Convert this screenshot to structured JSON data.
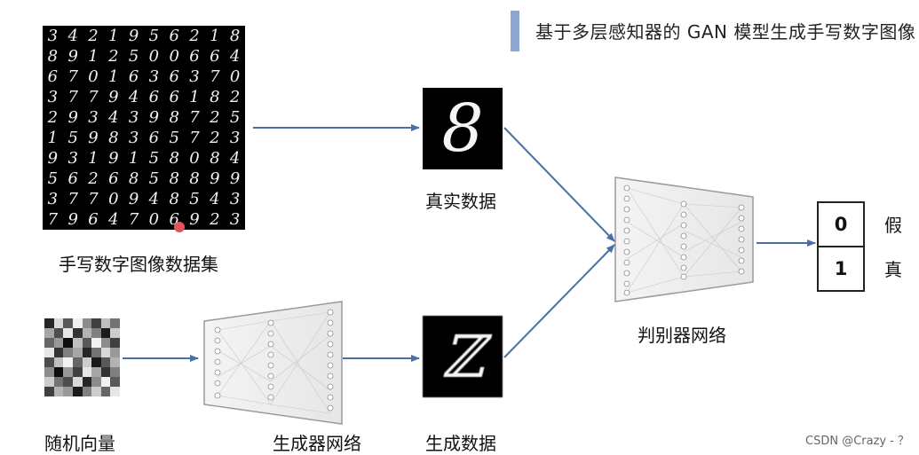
{
  "title": "基于多层感知器的 GAN 模型生成手写数字图像",
  "labels": {
    "dataset": "手写数字图像数据集",
    "real_data": "真实数据",
    "discriminator": "判别器网络",
    "random_vector": "随机向量",
    "generator": "生成器网络",
    "generated_data": "生成数据"
  },
  "output": {
    "top_value": "0",
    "bottom_value": "1",
    "top_label": "假",
    "bottom_label": "真"
  },
  "mnist_digits": [
    "3",
    "4",
    "2",
    "1",
    "9",
    "5",
    "6",
    "2",
    "1",
    "8",
    "8",
    "9",
    "1",
    "2",
    "5",
    "0",
    "0",
    "6",
    "6",
    "4",
    "6",
    "7",
    "0",
    "1",
    "6",
    "3",
    "6",
    "3",
    "7",
    "0",
    "3",
    "7",
    "7",
    "9",
    "4",
    "6",
    "6",
    "1",
    "8",
    "2",
    "2",
    "9",
    "3",
    "4",
    "3",
    "9",
    "8",
    "7",
    "2",
    "5",
    "1",
    "5",
    "9",
    "8",
    "3",
    "6",
    "5",
    "7",
    "2",
    "3",
    "9",
    "3",
    "1",
    "9",
    "1",
    "5",
    "8",
    "0",
    "8",
    "4",
    "5",
    "6",
    "2",
    "6",
    "8",
    "5",
    "8",
    "8",
    "9",
    "9",
    "3",
    "7",
    "7",
    "0",
    "9",
    "4",
    "8",
    "5",
    "4",
    "3",
    "7",
    "9",
    "6",
    "4",
    "7",
    "0",
    "6",
    "9",
    "2",
    "3"
  ],
  "real_digit": "8",
  "generated_digit": "ℤ",
  "watermark": "CSDN @Crazy - ？",
  "colors": {
    "arrow": "#4a6fa5",
    "title_accent": "#8fa6cf"
  },
  "noise_levels": [
    0.15,
    0.85,
    0.35,
    0.95,
    0.55,
    0.25,
    0.75,
    0.45,
    0.65,
    0.3,
    0.9,
    0.2,
    0.7,
    0.5,
    0.1,
    0.8,
    0.4,
    0.6,
    0.05,
    0.75,
    0.35,
    0.95,
    0.55,
    0.25,
    0.9,
    0.2,
    0.5,
    0.65,
    0.15,
    0.45,
    0.85,
    0.6,
    0.3,
    0.75,
    0.95,
    0.4,
    0.8,
    0.1,
    0.35,
    0.7,
    0.55,
    0.05,
    0.6,
    0.25,
    0.9,
    0.65,
    0.2,
    0.5,
    0.8,
    0.45,
    0.3,
    0.85,
    0.15,
    0.55,
    0.95,
    0.35,
    0.25,
    0.7,
    0.6,
    0.1,
    0.5,
    0.8,
    0.4,
    0.9
  ]
}
